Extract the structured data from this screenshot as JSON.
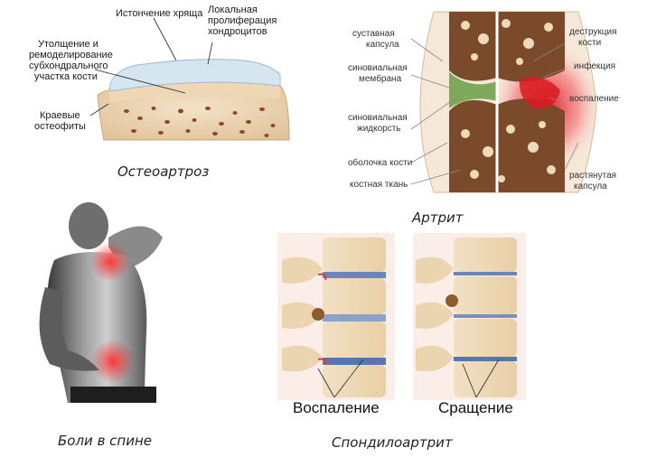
{
  "osteoarthrosis": {
    "caption": "Остеоартроз",
    "labels": {
      "thinning": "Истончение хряща",
      "local_line1": "Локальная",
      "local_line2": "пролиферация",
      "local_line3": "хондроцитов",
      "thick_line1": "Утолщение и",
      "thick_line2": "ремоделирование",
      "thick_line3": "субхондрального",
      "thick_line4": "участка кости",
      "edge_line1": "Краевые",
      "edge_line2": "остеофиты"
    }
  },
  "arthritis": {
    "caption": "Артрит",
    "labels": {
      "capsule_line1": "суставная",
      "capsule_line2": "капсула",
      "membrane_line1": "синовиальная",
      "membrane_line2": "мембрана",
      "fluid_line1": "синовиальная",
      "fluid_line2": "жидкорсть",
      "periosteum": "оболочка кости",
      "bone_tissue": "костная ткань",
      "destruction_line1": "деструкция",
      "destruction_line2": "кости",
      "infection": "инфекция",
      "inflammation": "воспаление",
      "stretched_line1": "растянутая",
      "stretched_line2": "капсула"
    }
  },
  "back_pain": {
    "caption": "Боли в спине"
  },
  "spondyloarthritis": {
    "caption": "Спондилоартрит",
    "left_label": "Воспаление",
    "right_label": "Сращение"
  }
}
